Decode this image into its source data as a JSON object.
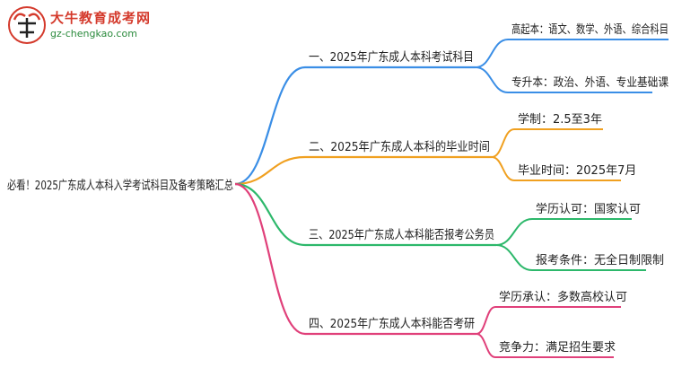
{
  "logo": {
    "title": "大牛教育成考网",
    "url": "gz-chengkao.com"
  },
  "mindmap": {
    "root": "必看！2025广东成人本科入学考试科目及备考策略汇总",
    "branches": [
      {
        "label": "一、2025年广东成人本科考试科目",
        "color": "#3a8ee6",
        "leaves": [
          "高起本：语文、数学、外语、综合科目",
          "专升本：政治、外语、专业基础课"
        ]
      },
      {
        "label": "二、2025年广东成人本科的毕业时间",
        "color": "#f0a020",
        "leaves": [
          "学制：2.5至3年",
          "毕业时间：2025年7月"
        ]
      },
      {
        "label": "三、2025年广东成人本科能否报考公务员",
        "color": "#2db86b",
        "leaves": [
          "学历认可：国家认可",
          "报考条件：无全日制限制"
        ]
      },
      {
        "label": "四、2025年广东成人本科能否考研",
        "color": "#e0407a",
        "leaves": [
          "学历承认：多数高校认可",
          "竞争力：满足招生要求"
        ]
      }
    ]
  }
}
